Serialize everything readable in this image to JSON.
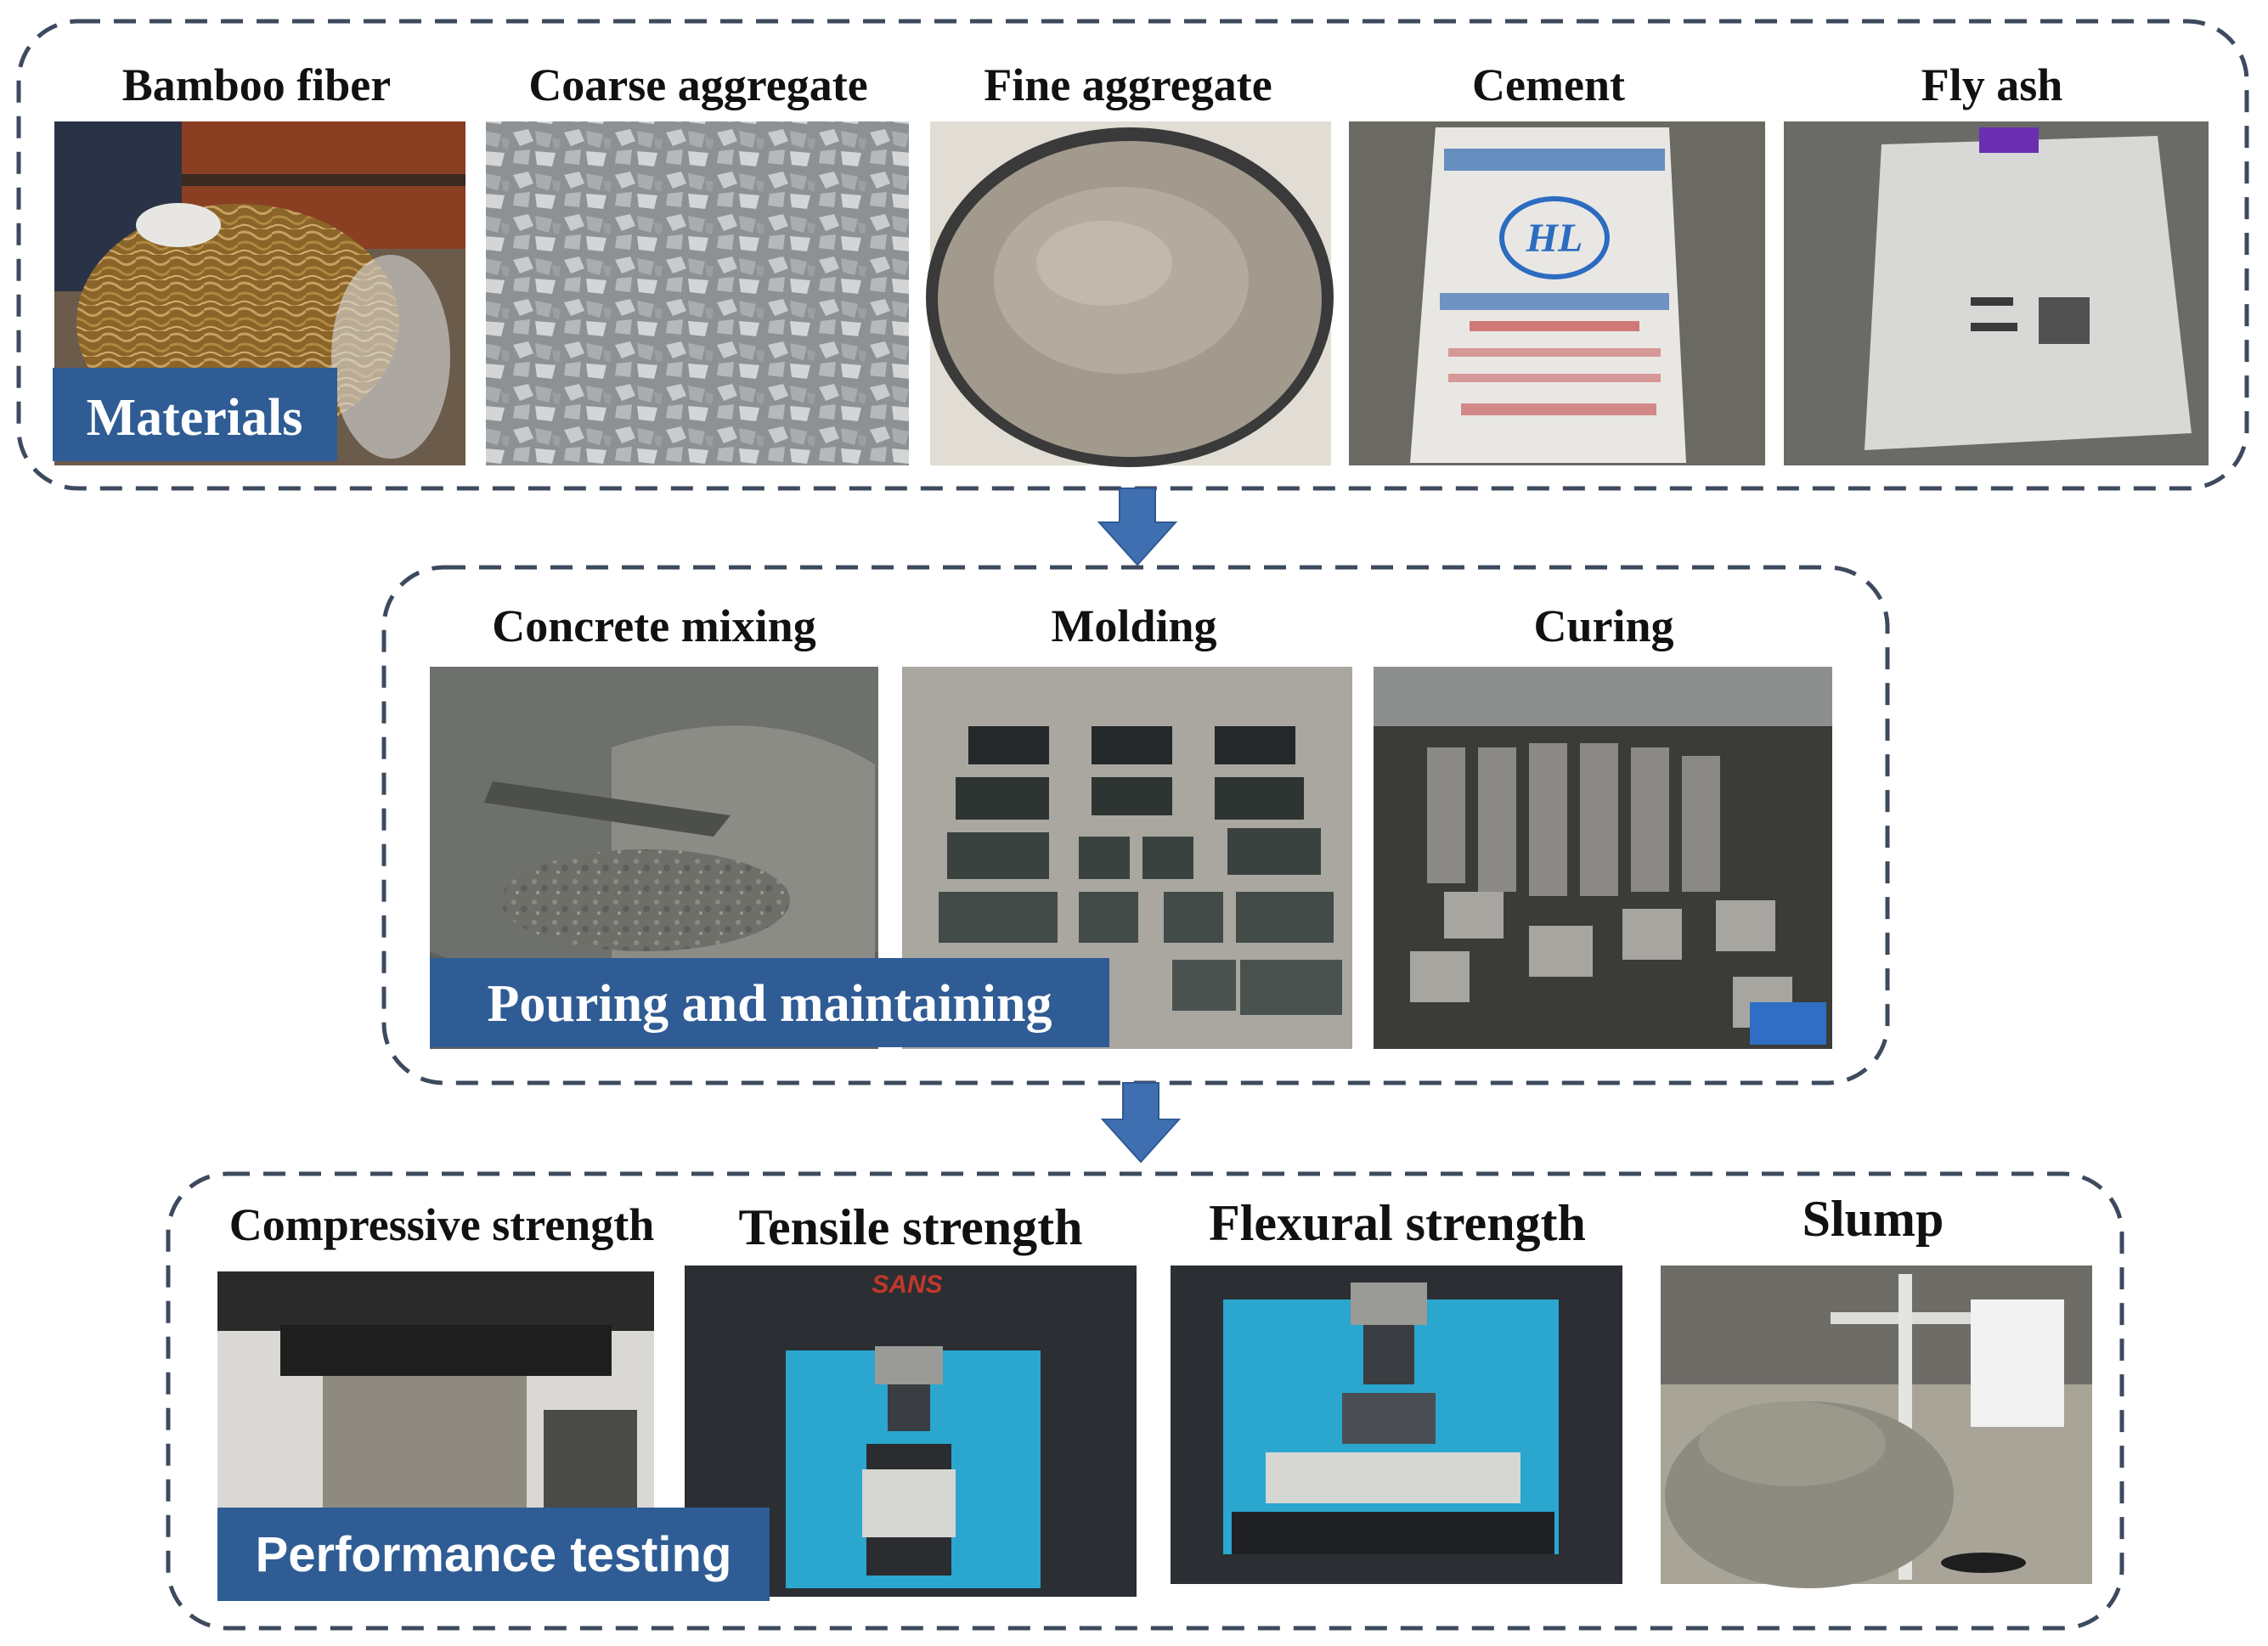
{
  "colors": {
    "frame": "#3d4a5e",
    "banner": "#2f5c94",
    "arrow": "#3f6fb0"
  },
  "stages": {
    "materials": {
      "banner": "Materials",
      "items": [
        "Bamboo fiber",
        "Coarse aggregate",
        "Fine aggregate",
        "Cement",
        "Fly ash"
      ]
    },
    "pouring": {
      "banner": "Pouring and maintaining",
      "items": [
        "Concrete mixing",
        "Molding",
        "Curing"
      ]
    },
    "testing": {
      "banner": "Performance testing",
      "items": [
        "Compressive strength",
        "Tensile strength",
        "Flexural strength",
        "Slump"
      ]
    }
  },
  "photo_text": {
    "cement_bag_brand": "HL",
    "machine_brand": "SANS"
  }
}
